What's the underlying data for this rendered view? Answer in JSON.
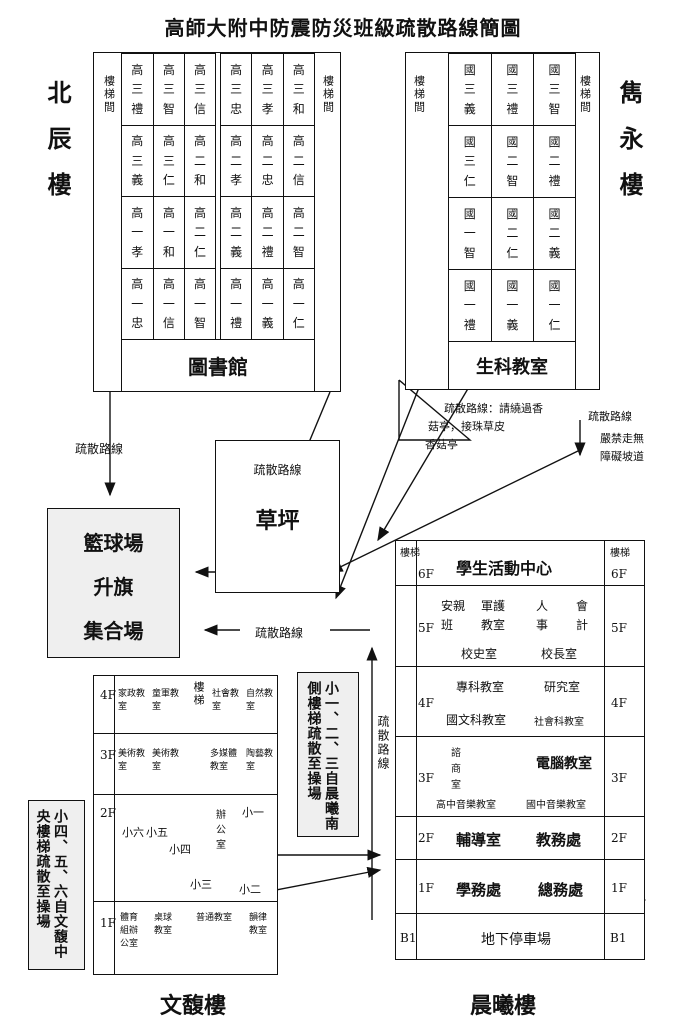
{
  "title": "高師大附中防震防災班級疏散路線簡圖",
  "beichen": {
    "name": "北辰樓",
    "stairs": "樓梯間",
    "rows": [
      [
        [
          "高",
          "三",
          "禮"
        ],
        [
          "高",
          "三",
          "智"
        ],
        [
          "高",
          "三",
          "信"
        ],
        [
          "高",
          "三",
          "忠"
        ],
        [
          "高",
          "三",
          "孝"
        ],
        [
          "高",
          "三",
          "和"
        ]
      ],
      [
        [
          "高",
          "三",
          "義"
        ],
        [
          "高",
          "三",
          "仁"
        ],
        [
          "高",
          "二",
          "和"
        ],
        [
          "高",
          "二",
          "孝"
        ],
        [
          "高",
          "二",
          "忠"
        ],
        [
          "高",
          "二",
          "信"
        ]
      ],
      [
        [
          "高",
          "一",
          "孝"
        ],
        [
          "高",
          "一",
          "和"
        ],
        [
          "高",
          "二",
          "仁"
        ],
        [
          "高",
          "二",
          "義"
        ],
        [
          "高",
          "二",
          "禮"
        ],
        [
          "高",
          "二",
          "智"
        ]
      ],
      [
        [
          "高",
          "一",
          "忠"
        ],
        [
          "高",
          "一",
          "信"
        ],
        [
          "高",
          "一",
          "智"
        ],
        [
          "高",
          "一",
          "禮"
        ],
        [
          "高",
          "一",
          "義"
        ],
        [
          "高",
          "一",
          "仁"
        ]
      ]
    ],
    "library": "圖書館"
  },
  "juanyong": {
    "name": "雋永樓",
    "stairs": "樓梯間",
    "rows": [
      [
        [
          "國",
          "三",
          "義"
        ],
        [
          "國",
          "三",
          "禮"
        ],
        [
          "國",
          "三",
          "智"
        ]
      ],
      [
        [
          "國",
          "三",
          "仁"
        ],
        [
          "國",
          "二",
          "智"
        ],
        [
          "國",
          "二",
          "禮"
        ]
      ],
      [
        [
          "國",
          "一",
          "智"
        ],
        [
          "國",
          "二",
          "仁"
        ],
        [
          "國",
          "二",
          "義"
        ]
      ],
      [
        [
          "國",
          "一",
          "禮"
        ],
        [
          "國",
          "一",
          "義"
        ],
        [
          "國",
          "一",
          "仁"
        ]
      ]
    ],
    "bio": "生科教室"
  },
  "grass": {
    "title": "疏散路線",
    "name": "草坪"
  },
  "court": {
    "lines": [
      "籃球場",
      "升旗",
      "集合場"
    ]
  },
  "route": "疏散路線",
  "route_left": "疏散路線",
  "route_mid": "疏散路線",
  "route_right": "疏散路線",
  "route_note": [
    "疏散路線：請繞過香",
    "菇亭，接珠草皮"
  ],
  "xianggu": "香菇亭",
  "no_run": [
    "嚴禁走無",
    "障礙坡道"
  ],
  "route_vert": "疏散路線",
  "south_note": "小一、二、三自晨曦南側樓梯疏散至操場",
  "middle_note": "小四、五、六自文馥中央樓梯疏散至操場",
  "wenfu": {
    "name": "文馥樓",
    "floors": [
      "4F",
      "3F",
      "2F",
      "1F"
    ],
    "stairs": "樓梯",
    "f4": [
      "家政教室",
      "童軍教室",
      "社會教室",
      "自然教室"
    ],
    "f3": [
      "美術教室",
      "美術教室",
      "多媒體教室",
      "陶藝教室"
    ],
    "f2": [
      "小六",
      "小五",
      "小四",
      "辦公室",
      "小一",
      "小三",
      "小二"
    ],
    "f1": [
      "體育組辦公室",
      "桌球教室",
      "普通教室",
      "韻律教室"
    ]
  },
  "chenxi": {
    "name": "晨曦樓",
    "stairs": "樓梯",
    "floors": [
      "6F",
      "5F",
      "4F",
      "3F",
      "2F",
      "1F",
      "B1"
    ],
    "f6": "學生活動中心",
    "f5a": [
      "安親班",
      "軍護教室",
      "人事",
      "會計"
    ],
    "f5b": [
      "校史室",
      "校長室"
    ],
    "f4a": [
      "專科教室",
      "研究室"
    ],
    "f4b": [
      "國文科教室",
      "社會科教室"
    ],
    "f3a": [
      "諮商室",
      "電腦教室"
    ],
    "f3b": [
      "高中音樂教室",
      "國中音樂教室"
    ],
    "f2": [
      "輔導室",
      "教務處"
    ],
    "f1": [
      "學務處",
      "總務處"
    ],
    "b1": "地下停車場"
  }
}
